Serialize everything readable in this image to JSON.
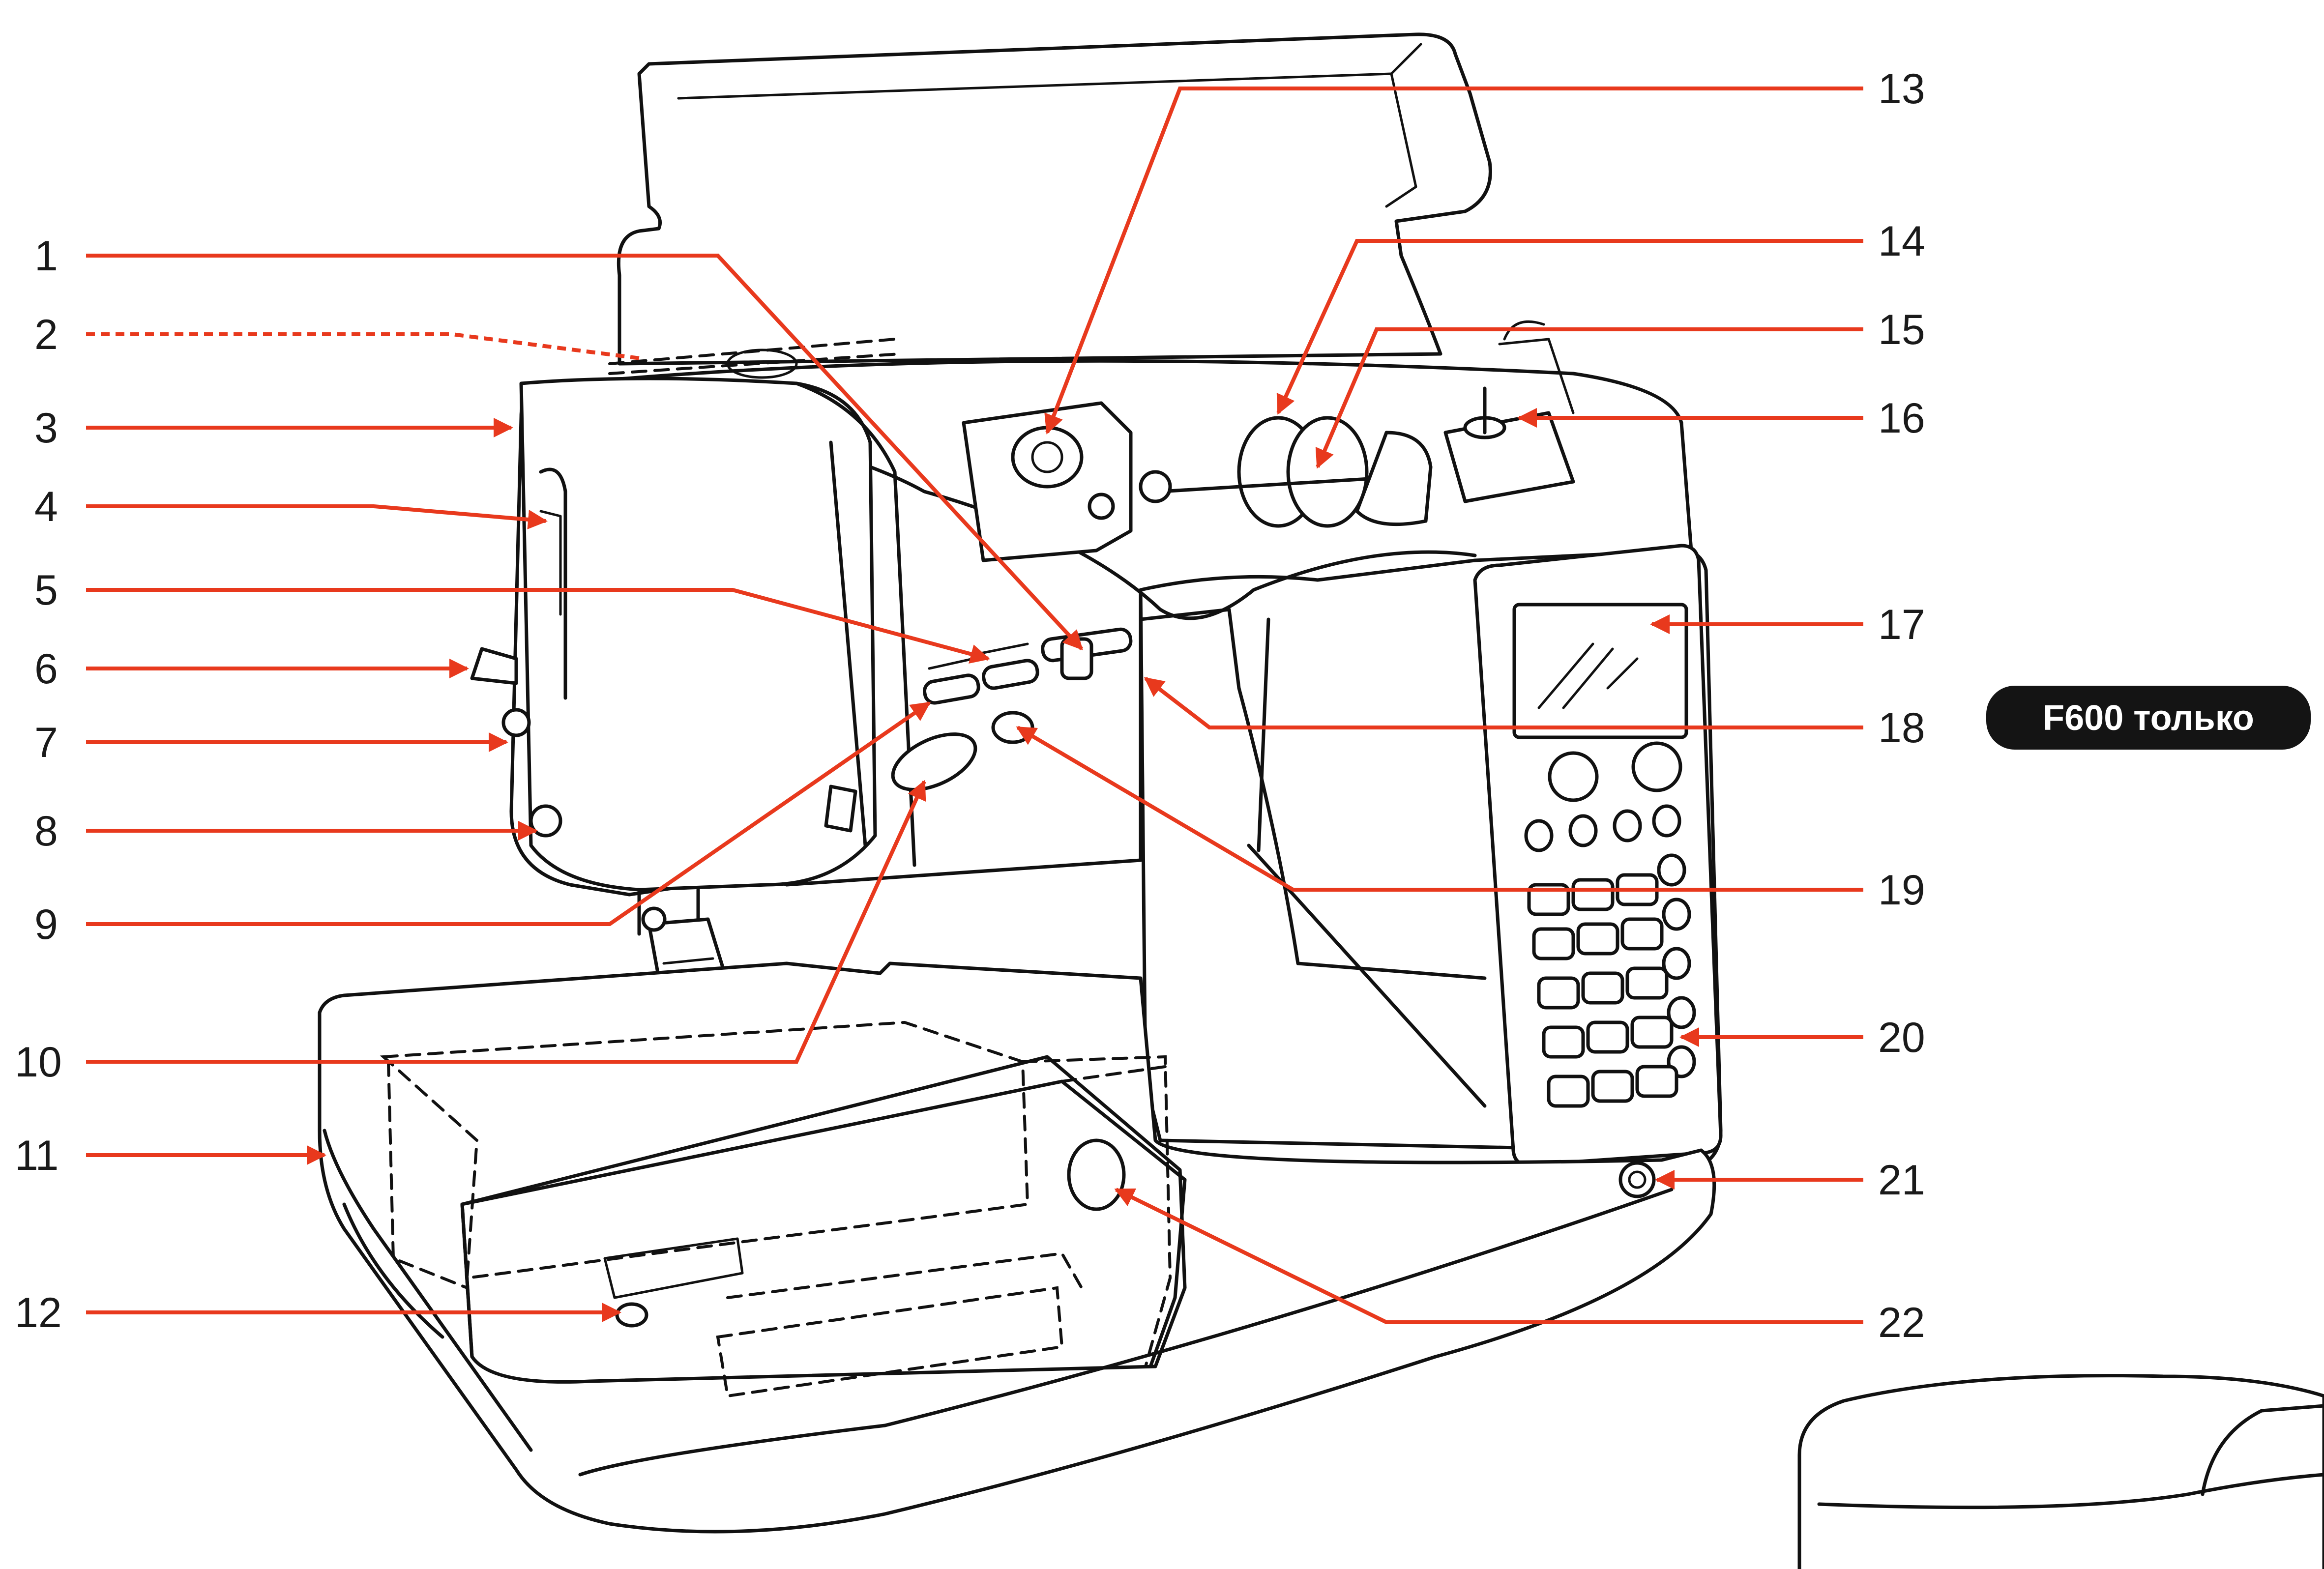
{
  "badge": "F600 только",
  "callouts": [
    "1",
    "2",
    "3",
    "4",
    "5",
    "6",
    "7",
    "8",
    "9",
    "10",
    "11",
    "12",
    "13",
    "14",
    "15",
    "16",
    "17",
    "18",
    "19",
    "20",
    "21",
    "22"
  ],
  "colors": {
    "leader": "#e8391d",
    "ink": "#111111",
    "badge_bg": "#141414",
    "badge_text": "#ffffff"
  }
}
